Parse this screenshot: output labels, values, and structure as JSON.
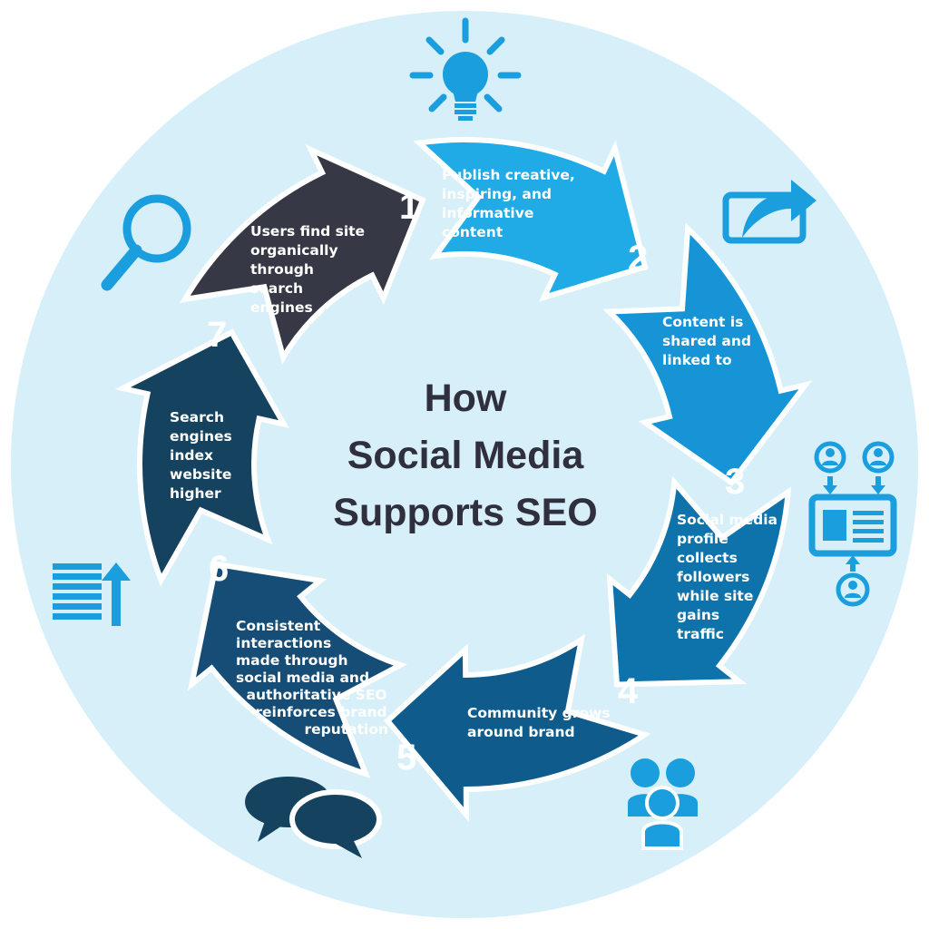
{
  "title": {
    "lines": [
      "How",
      "Social Media",
      "Supports SEO"
    ]
  },
  "colors": {
    "background_ring": "#d6eff9",
    "step1": "#20aae6",
    "step2": "#1694d6",
    "step3": "#0e73ab",
    "step4": "#0f5c8c",
    "step5": "#164d77",
    "step6": "#15425f",
    "step7": "#363945",
    "icons": "#1a9ede",
    "title": "#2f2f3d"
  },
  "steps": [
    {
      "number": "1",
      "lines": [
        "Publish creative,",
        "inspiring, and",
        "informative",
        "content"
      ]
    },
    {
      "number": "2",
      "lines": [
        "Content is",
        "shared and",
        "linked to"
      ]
    },
    {
      "number": "3",
      "lines": [
        "Social media",
        "profile",
        "collects",
        "followers",
        "while site",
        "gains",
        "traffic"
      ]
    },
    {
      "number": "4",
      "lines": [
        "Community grows",
        "around brand"
      ]
    },
    {
      "number": "5",
      "lines": [
        "Consistent",
        "interactions",
        "made through",
        "social media and",
        "authoritative SEO",
        "reinforces brand",
        "reputation"
      ]
    },
    {
      "number": "6",
      "lines": [
        "Search",
        "engines",
        "index",
        "website",
        "higher"
      ]
    },
    {
      "number": "7",
      "lines": [
        "Users find site",
        "organically",
        "through",
        "search",
        "engines"
      ]
    }
  ],
  "icons": [
    "lightbulb-icon",
    "share-icon",
    "followers-profile-icon",
    "group-icon",
    "chat-bubbles-icon",
    "ranking-up-icon",
    "magnifier-icon"
  ]
}
